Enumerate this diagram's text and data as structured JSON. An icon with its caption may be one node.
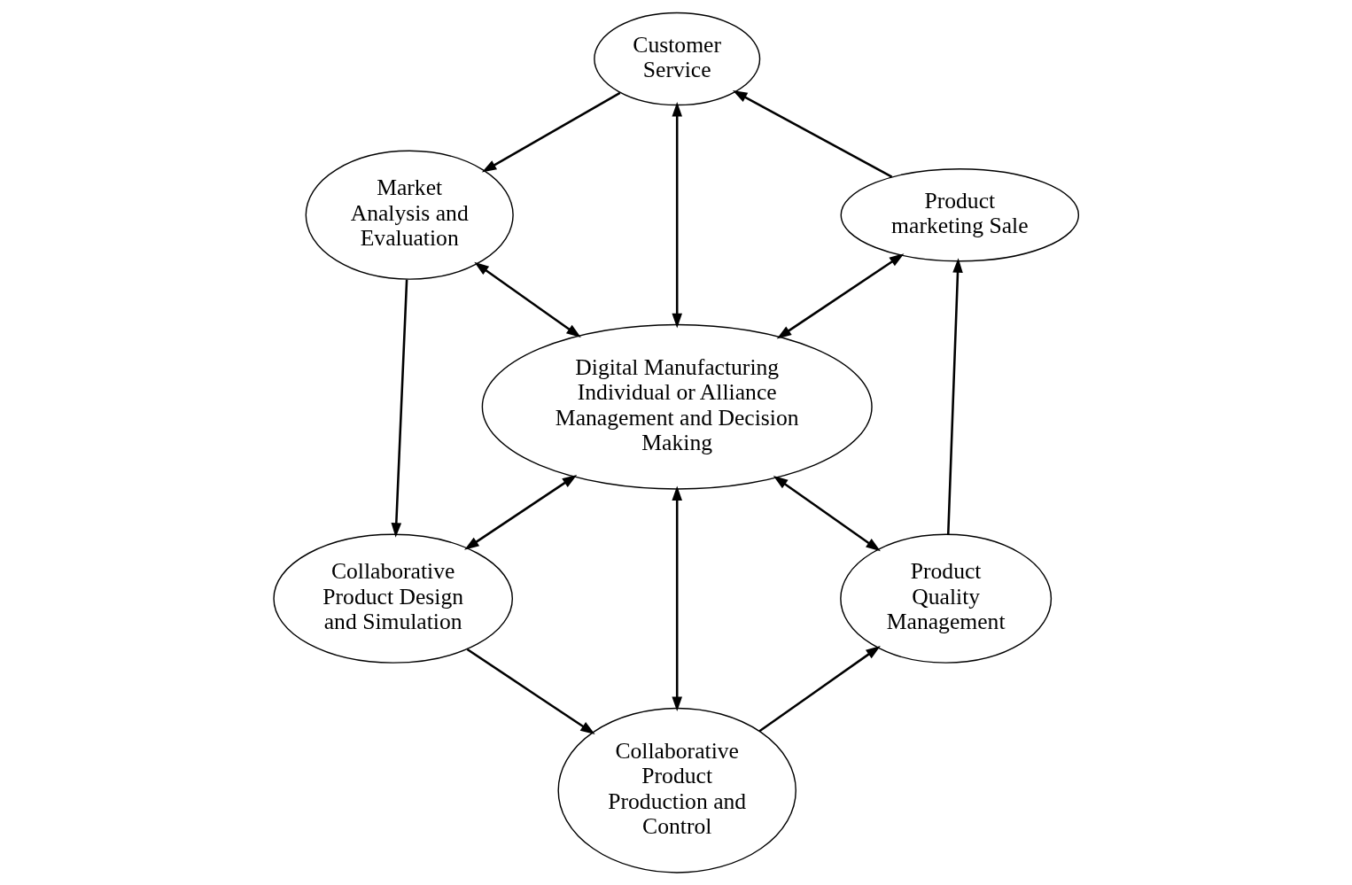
{
  "diagram": {
    "nodes": [
      {
        "text": [
          "Customer Service"
        ]
      },
      {
        "text": [
          "Market Analysis and Evaluation"
        ]
      },
      {
        "text": [
          "Product marketing Sale"
        ]
      },
      {
        "text": [
          "Digital Manufacturing Individual or Alliance Management and Decision Making"
        ]
      },
      {
        "text": [
          "Collaborative Product Design and Simulation"
        ]
      },
      {
        "text": [
          "Product Quality Management"
        ]
      },
      {
        "text": [
          "Collaborative Product Production and Control"
        ]
      }
    ],
    "edges": [
      {
        "from": 0,
        "to": 1,
        "arrow": "to"
      },
      {
        "from": 2,
        "to": 0,
        "arrow": "to"
      },
      {
        "from": 0,
        "to": 3,
        "arrow": "both"
      },
      {
        "from": 1,
        "to": 3,
        "arrow": "both"
      },
      {
        "from": 3,
        "to": 2,
        "arrow": "both"
      },
      {
        "from": 1,
        "to": 4,
        "arrow": "to"
      },
      {
        "from": 4,
        "to": 3,
        "arrow": "both"
      },
      {
        "from": 3,
        "to": 5,
        "arrow": "both"
      },
      {
        "from": 5,
        "to": 2,
        "arrow": "to"
      },
      {
        "from": 3,
        "to": 6,
        "arrow": "both"
      },
      {
        "from": 4,
        "to": 6,
        "arrow": "to"
      },
      {
        "from": 6,
        "to": 5,
        "arrow": "to"
      }
    ]
  }
}
